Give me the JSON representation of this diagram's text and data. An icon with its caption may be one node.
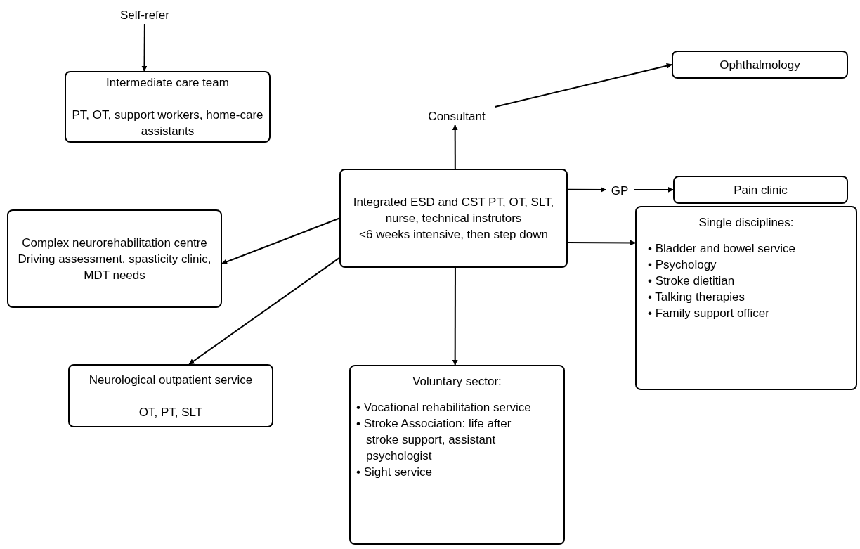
{
  "diagram": {
    "nodes": [
      {
        "text": [
          "Self-refer"
        ]
      },
      {
        "text": [
          "Intermediate care team",
          "PT, OT, support workers, home-care assistants"
        ]
      },
      {
        "text": [
          "Consultant"
        ]
      },
      {
        "text": [
          "Ophthalmology"
        ]
      },
      {
        "text": [
          "Integrated ESD and CST PT, OT, SLT, nurse, technical instrutors",
          "<6 weeks intensive, then step down"
        ]
      },
      {
        "text": [
          "GP"
        ]
      },
      {
        "text": [
          "Pain clinic"
        ]
      },
      {
        "text": [
          "Complex neurorehabilitation centre",
          "Driving assessment, spasticity clinic, MDT needs"
        ]
      },
      {
        "text": [
          "Single disciplines:",
          "• Bladder and bowel service",
          "• Psychology",
          "• Stroke dietitian",
          "• Talking therapies",
          "• Family support officer"
        ]
      },
      {
        "text": [
          "Neurological outpatient service",
          "OT, PT, SLT"
        ]
      },
      {
        "text": [
          "Voluntary sector:",
          "• Vocational rehabilitation service",
          "• Stroke Association: life after stroke support, assistant psychologist",
          "• Sight service"
        ]
      }
    ],
    "edges": [
      {
        "from": 0,
        "to": 1,
        "arrow": "to"
      },
      {
        "from": 4,
        "to": 2,
        "arrow": "to"
      },
      {
        "from": 2,
        "to": 3,
        "arrow": "to"
      },
      {
        "from": 4,
        "to": 5,
        "arrow": "to"
      },
      {
        "from": 5,
        "to": 6,
        "arrow": "to"
      },
      {
        "from": 4,
        "to": 7,
        "arrow": "to"
      },
      {
        "from": 4,
        "to": 8,
        "arrow": "to"
      },
      {
        "from": 4,
        "to": 9,
        "arrow": "to"
      },
      {
        "from": 4,
        "to": 10,
        "arrow": "to"
      }
    ]
  }
}
